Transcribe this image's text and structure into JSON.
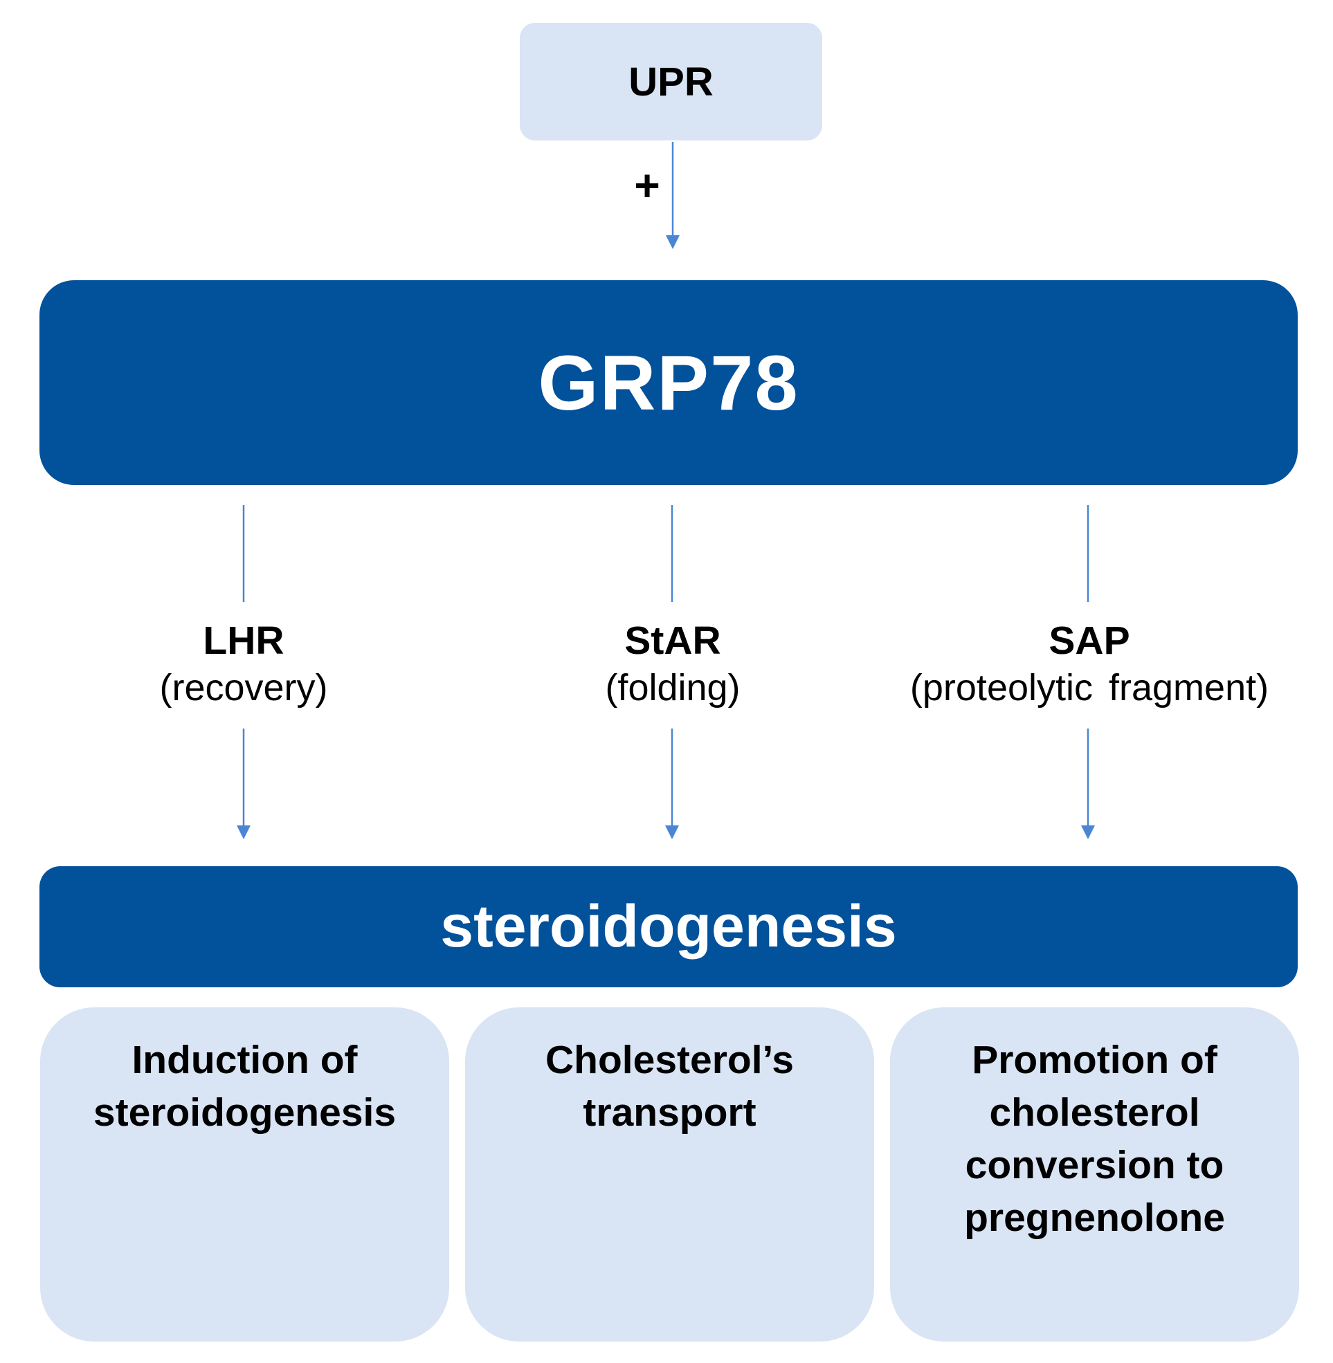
{
  "top_node": {
    "label": "UPR"
  },
  "activation_sign": "+",
  "central_node": {
    "label": "GRP78"
  },
  "mediators": [
    {
      "name": "LHR",
      "role": "(recovery)"
    },
    {
      "name": "StAR",
      "role": "(folding)"
    },
    {
      "name": "SAP",
      "role": "(proteolytic fragment)"
    }
  ],
  "process_node": {
    "label": "steroidogenesis"
  },
  "outcomes": [
    {
      "lines": [
        "Induction of",
        "steroidogenesis"
      ]
    },
    {
      "lines": [
        "Cholesterol’s",
        "transport"
      ]
    },
    {
      "lines": [
        "Promotion of",
        "cholesterol",
        "conversion to",
        "pregnenolone"
      ]
    }
  ],
  "colors": {
    "dark_box": "#02519b",
    "light_box": "#d9e4f4",
    "arrow": "#4a86d4"
  }
}
